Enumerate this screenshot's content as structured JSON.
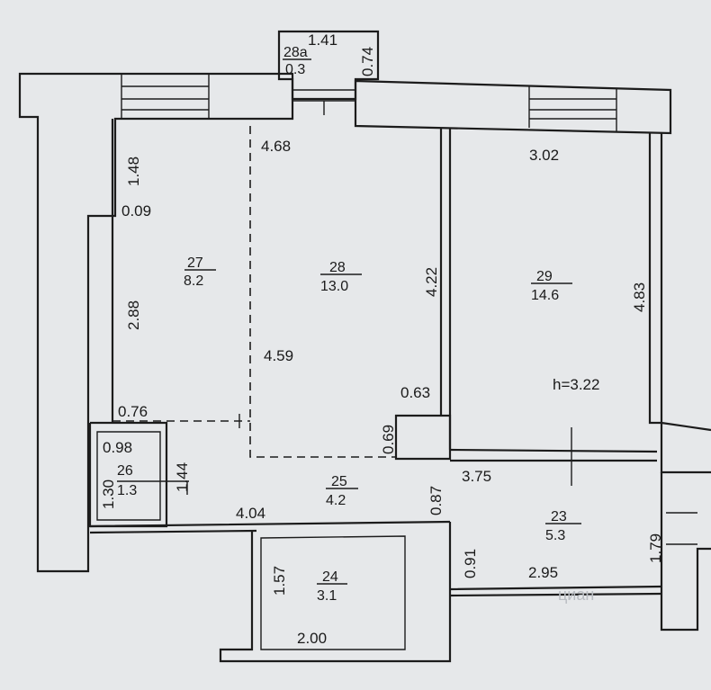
{
  "rooms": {
    "r28a": {
      "num": "28a",
      "area": "0.3"
    },
    "r27": {
      "num": "27",
      "area": "8.2"
    },
    "r28": {
      "num": "28",
      "area": "13.0"
    },
    "r29": {
      "num": "29",
      "area": "14.6"
    },
    "r26": {
      "num": "26",
      "area": "1.3"
    },
    "r25": {
      "num": "25",
      "area": "4.2"
    },
    "r23": {
      "num": "23",
      "area": "5.3"
    },
    "r24": {
      "num": "24",
      "area": "3.1"
    }
  },
  "dims": {
    "d141": "1.41",
    "d074": "0.74",
    "d468": "4.68",
    "d148": "1.48",
    "d009": "0.09",
    "d288": "2.88",
    "d459": "4.59",
    "d422": "4.22",
    "d302": "3.02",
    "d483": "4.83",
    "d076": "0.76",
    "d063": "0.63",
    "d069": "0.69",
    "d098": "0.98",
    "d130": "1.30",
    "d144": "1.44",
    "d087": "0.87",
    "d375": "3.75",
    "d404": "4.04",
    "d091": "0.91",
    "d295": "2.95",
    "d179": "1.79",
    "d157": "1.57",
    "d200": "2.00"
  },
  "height": "h=3.22",
  "watermark": "циан"
}
